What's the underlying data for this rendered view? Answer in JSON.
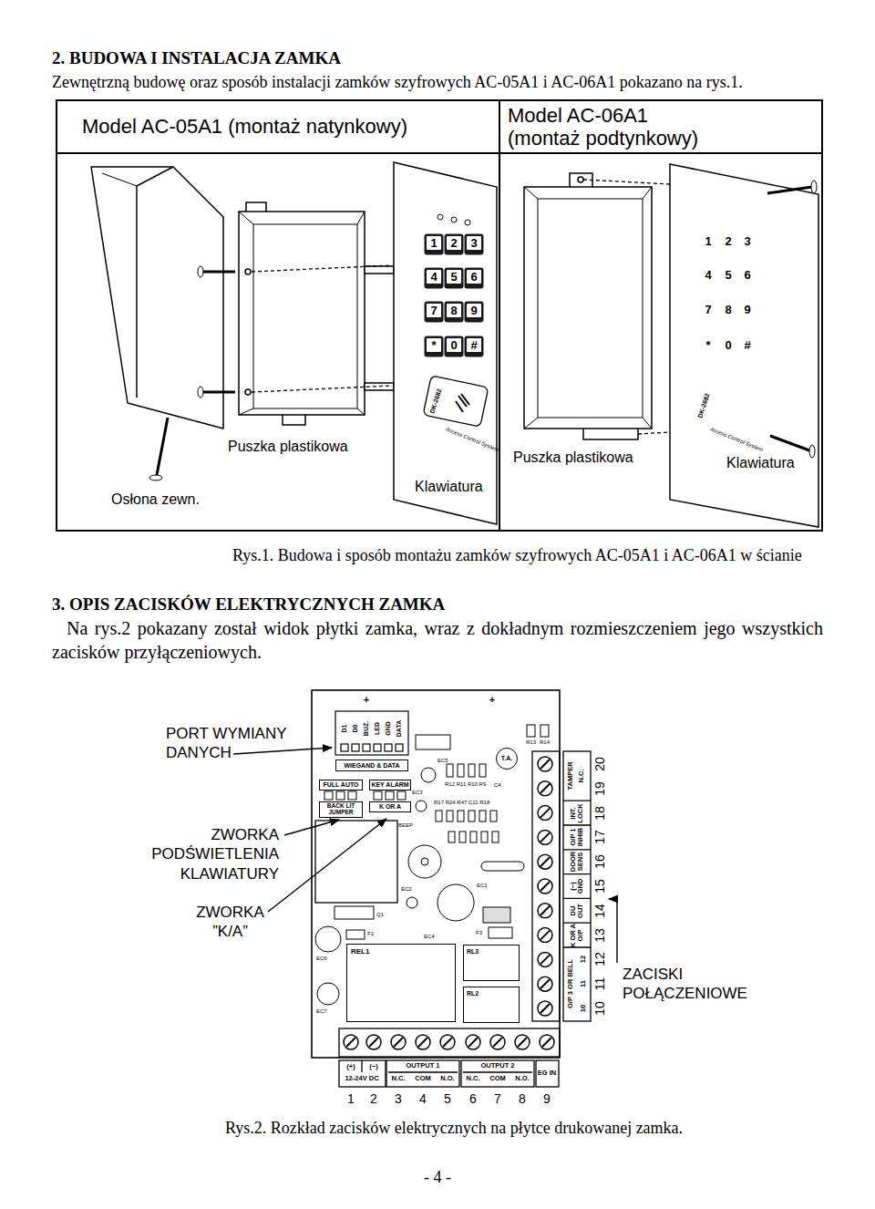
{
  "diagram": {
    "title": "2. BUDOWA I INSTALACJA ZAMKA",
    "caption": "Rys.1. Budowa i sposób montażu zamków szyfrowych AC-05A1 i AC-06A1 w ścianie",
    "nodes": [
      {
        "text": [
          "Model AC-05A1 (montaż natynkowy)"
        ]
      },
      {
        "text": [
          "Model AC-06A1 (montaż podtynkowy)"
        ]
      },
      {
        "text": [
          "WIEGAND & DATA"
        ]
      },
      {
        "text": [
          "FULL AUTO"
        ]
      },
      {
        "text": [
          "KEY ALARM"
        ]
      },
      {
        "text": [
          "BACK LIT JUMPER"
        ]
      },
      {
        "text": [
          "K OR A"
        ]
      },
      {
        "text": [
          "T.A."
        ]
      },
      {
        "text": [
          "REL1"
        ]
      },
      {
        "text": [
          "RL3"
        ]
      },
      {
        "text": [
          "RL2"
        ]
      }
    ],
    "labels": [
      "Zewnętrzną budowę oraz sposób instalacji zamków szyfrowych AC-05A1 i AC-06A1 pokazano na rys.1.",
      "1",
      "2",
      "3",
      "4",
      "5",
      "6",
      "7",
      "8",
      "9",
      "*",
      "0",
      "#",
      "1",
      "2",
      "3",
      "4",
      "5",
      "6",
      "7",
      "8",
      "9",
      "*",
      "0",
      "#",
      "DK-2682",
      "Access Control System",
      "DK-2682",
      "Access Control System",
      "Osłona zewn.",
      "Puszka plastikowa",
      "Klawiatura",
      "Puszka plastikowa",
      "Klawiatura",
      "3. OPIS ZACISKÓW ELEKTRYCZNYCH ZAMKA",
      "Na rys.2 pokazany został widok płytki zamka, wraz z dokładnym rozmieszczeniem jego wszystkich zacisków przyłączeniowych.",
      "PORT WYMIANY DANYCH",
      "ZWORKA PODŚWIETLENIA KLAWIATURY",
      "ZWORKA ”K/A”",
      "ZACISKI POŁĄCZENIOWE",
      "+",
      "+",
      "D1",
      "D0",
      "BUZ.",
      "LED",
      "GND",
      "DATA",
      "EC5",
      "R13",
      "R14",
      "R12 R11 R10 R9",
      "C4",
      "EC3",
      "R17 R24 R47 C11 R18",
      "BEEP",
      "EC2",
      "EC1",
      "Q1",
      "F1",
      "EC4",
      "F3",
      "EC6",
      "EC7",
      "TAMPER",
      "N.C.",
      "INT. LOCK",
      "O/P 1 INHIB",
      "DOOR SENS",
      "(−) GND",
      "DU OUT",
      "K OR A O/P",
      "O/P 3 OR BELL",
      "12",
      "11",
      "10",
      "20",
      "19",
      "18",
      "17",
      "16",
      "15",
      "14",
      "13",
      "12",
      "11",
      "10",
      "(+)",
      "(−)",
      "12-24V DC",
      "OUTPUT 1",
      "N.C.",
      "COM",
      "N.O.",
      "OUTPUT 2",
      "N.C.",
      "COM",
      "N.O.",
      "EG IN",
      "1",
      "2",
      "3",
      "4",
      "5",
      "6",
      "7",
      "8",
      "9",
      "Rys.2. Rozkład zacisków elektrycznych na płytce drukowanej zamka.",
      "- 4 -"
    ]
  }
}
